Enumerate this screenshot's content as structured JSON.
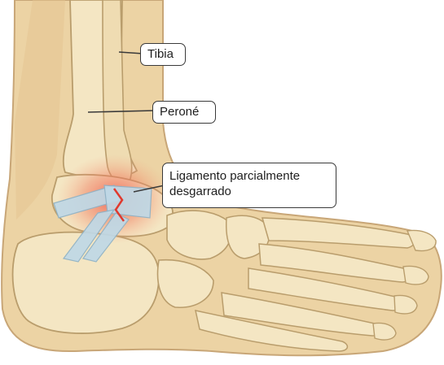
{
  "labels": {
    "tibia": "Tibia",
    "perone": "Peroné",
    "ligament_line1": "Ligamento parcialmente",
    "ligament_line2": "desgarrado"
  },
  "colors": {
    "skin": "#ecd3a4",
    "skin_shadow": "#d9b883",
    "bone": "#f4e6c3",
    "bone_outline": "#b99d6c",
    "ligament": "#bfd8e6",
    "inflammation": "#ef4f43",
    "leader_line": "#3a3a3a"
  },
  "icons": [
    "ankle-anatomy-illustration"
  ]
}
